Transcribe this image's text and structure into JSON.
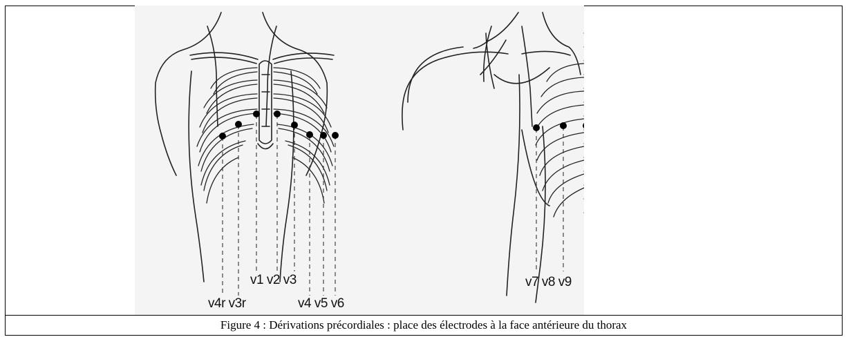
{
  "figure": {
    "front_labels_upper": "v1 v2 v3",
    "front_labels_lower_left": "v4r v3r",
    "front_labels_lower_right": "v4 v5 v6",
    "back_labels": "v7 v8 v9",
    "colors": {
      "ink": "#111111",
      "background": "#f4f4f4"
    }
  },
  "caption": "Figure 4 : Dérivations précordiales : place des électrodes à la face antérieure du thorax"
}
